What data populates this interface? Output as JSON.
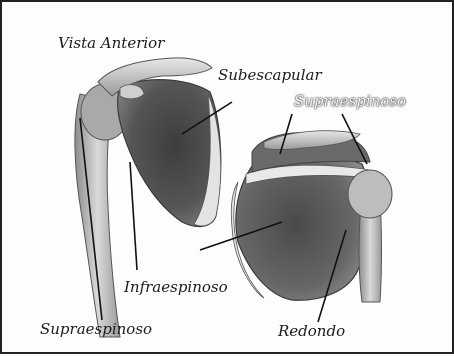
{
  "figure": {
    "title": "Vista Anterior",
    "labels": {
      "subescapular": "Subescapular",
      "supraespinoso_right": "Supraespinoso",
      "infraespinoso": "Infraespinoso",
      "supraespinoso_bottom": "Supraespinoso",
      "redondo": "Redondo"
    }
  }
}
